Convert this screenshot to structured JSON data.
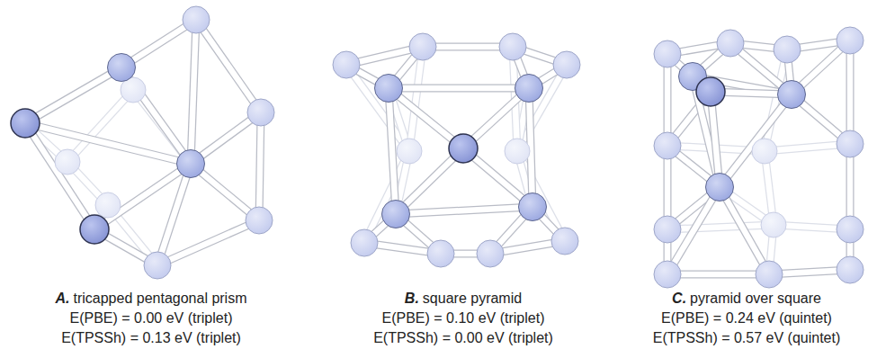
{
  "diagram": {
    "labels": [
      "A.",
      "tricapped pentagonal prism",
      "E(PBE) = 0.00 eV (triplet)",
      "E(TPSSh) = 0.13 eV (triplet)",
      "B.",
      "square pyramid",
      "E(PBE) = 0.10 eV (triplet)",
      "E(TPSSh) = 0.00 eV (triplet)",
      "C.",
      "pyramid over square",
      "E(PBE) = 0.24 eV (quintet)",
      "E(TPSSh) = 0.57 eV (quintet)"
    ]
  }
}
